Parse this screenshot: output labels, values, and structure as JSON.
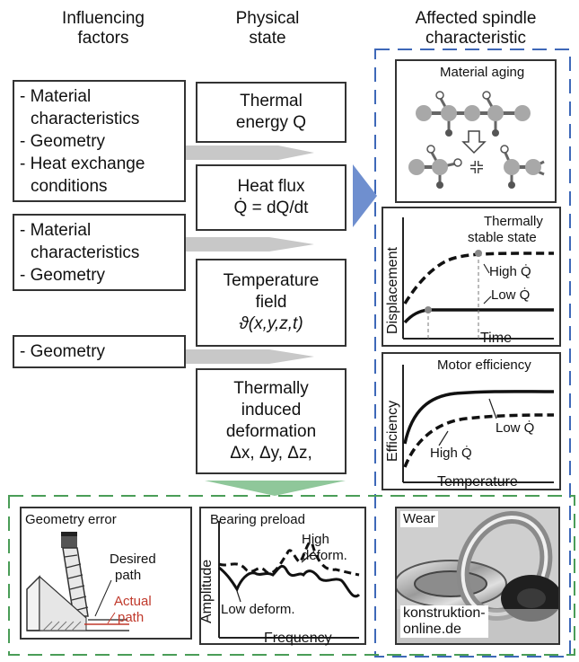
{
  "headers": {
    "factors": [
      "Influencing",
      "factors"
    ],
    "state": [
      "Physical",
      "state"
    ],
    "spindle": [
      "Affected spindle",
      "characteristic"
    ]
  },
  "factors": [
    {
      "lines": [
        "- Material",
        "  characteristics",
        "- Geometry",
        "- Heat exchange",
        "  conditions"
      ]
    },
    {
      "lines": [
        "- Material",
        "  characteristics",
        "- Geometry"
      ]
    },
    {
      "lines": [
        "- Geometry"
      ]
    }
  ],
  "states": [
    {
      "lines": [
        "Thermal",
        "energy Q"
      ]
    },
    {
      "lines": [
        "Heat flux",
        "Q̇ = dQ/dt"
      ]
    },
    {
      "lines": [
        "Temperature",
        "field",
        "ϑ(x,y,z,t)"
      ]
    },
    {
      "lines": [
        "Thermally",
        "induced",
        "deformation",
        "Δx, Δy, Δz,"
      ]
    }
  ],
  "panels": {
    "aging": {
      "title": "Material aging"
    },
    "displacement": {
      "title": [
        "Thermally",
        "stable state"
      ],
      "ylabel": "Displacement",
      "xlabel": "Time",
      "high": "High Q̇",
      "low": "Low Q̇"
    },
    "motor": {
      "title": "Motor efficiency",
      "ylabel": "Efficiency",
      "xlabel": "Temperature",
      "low": "Low Q̇",
      "high": "High Q̇"
    },
    "geometry": {
      "title": "Geometry error",
      "desired": [
        "Desired",
        "path"
      ],
      "actual": [
        "Actual",
        "path"
      ],
      "actual_color": "#c0392b"
    },
    "bearing": {
      "title": "Bearing preload",
      "ylabel": "Amplitude",
      "xlabel": "Frequency",
      "high": [
        "High",
        "deform."
      ],
      "low": "Low deform."
    },
    "wear": {
      "title": "Wear",
      "credit": [
        "konstruktion-",
        "online.de"
      ]
    }
  },
  "colors": {
    "blue_frame": "#3e68b8",
    "green_frame": "#4a9d57",
    "blue_arrow": "#6f8fcf",
    "green_arrow": "#8fc79a",
    "gray_arrow": "#c8c8c8"
  }
}
